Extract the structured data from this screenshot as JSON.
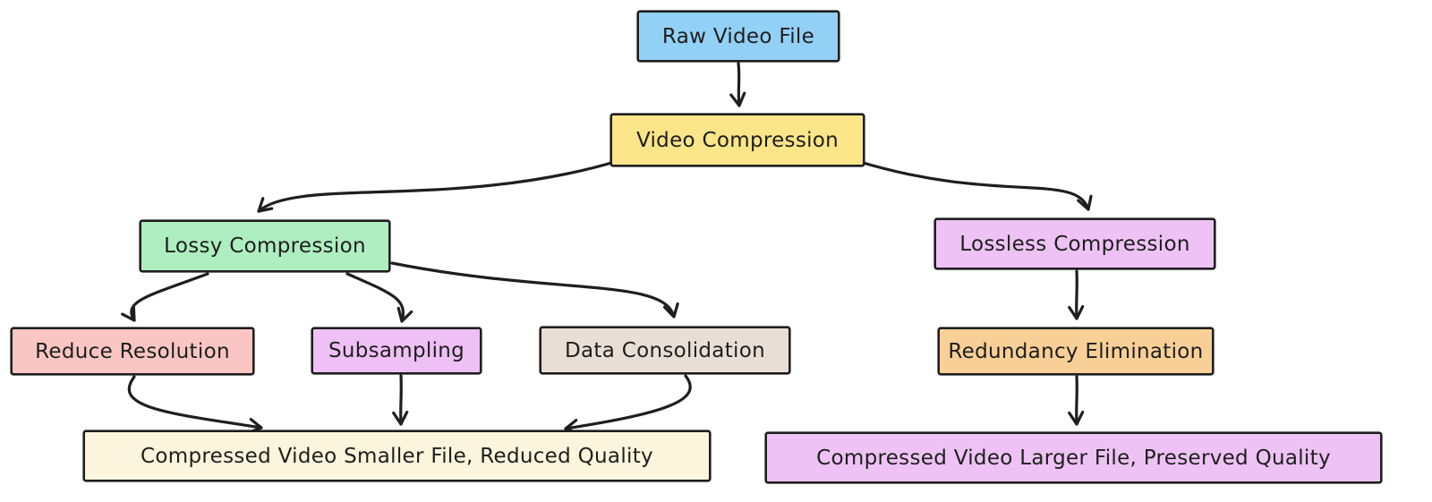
{
  "diagram": {
    "background_color": "#ffffff",
    "stroke_color": "#1e1e1e",
    "nodes": [
      {
        "id": "raw-video-file",
        "label": "Raw Video File",
        "fill": "#92d0f5"
      },
      {
        "id": "video-compression",
        "label": "Video Compression",
        "fill": "#fae588"
      },
      {
        "id": "lossy-compression",
        "label": "Lossy Compression",
        "fill": "#aeeec0"
      },
      {
        "id": "lossless-compression",
        "label": "Lossless Compression",
        "fill": "#eec2f4"
      },
      {
        "id": "reduce-resolution",
        "label": "Reduce Resolution",
        "fill": "#f9c6c3"
      },
      {
        "id": "subsampling",
        "label": "Subsampling",
        "fill": "#eec0f5"
      },
      {
        "id": "data-consolidation",
        "label": "Data Consolidation",
        "fill": "#e8ded6"
      },
      {
        "id": "redundancy-elimination",
        "label": "Redundancy Elimination",
        "fill": "#f8cf96"
      },
      {
        "id": "compressed-smaller",
        "label": "Compressed Video Smaller File, Reduced Quality",
        "fill": "#faf5dc"
      },
      {
        "id": "compressed-larger",
        "label": "Compressed Video Larger File, Preserved Quality",
        "fill": "#eec2f4"
      }
    ],
    "edges": [
      {
        "from": "raw-video-file",
        "to": "video-compression"
      },
      {
        "from": "video-compression",
        "to": "lossy-compression"
      },
      {
        "from": "video-compression",
        "to": "lossless-compression"
      },
      {
        "from": "lossy-compression",
        "to": "reduce-resolution"
      },
      {
        "from": "lossy-compression",
        "to": "subsampling"
      },
      {
        "from": "lossy-compression",
        "to": "data-consolidation"
      },
      {
        "from": "reduce-resolution",
        "to": "compressed-smaller"
      },
      {
        "from": "subsampling",
        "to": "compressed-smaller"
      },
      {
        "from": "data-consolidation",
        "to": "compressed-smaller"
      },
      {
        "from": "lossless-compression",
        "to": "redundancy-elimination"
      },
      {
        "from": "redundancy-elimination",
        "to": "compressed-larger"
      }
    ]
  }
}
